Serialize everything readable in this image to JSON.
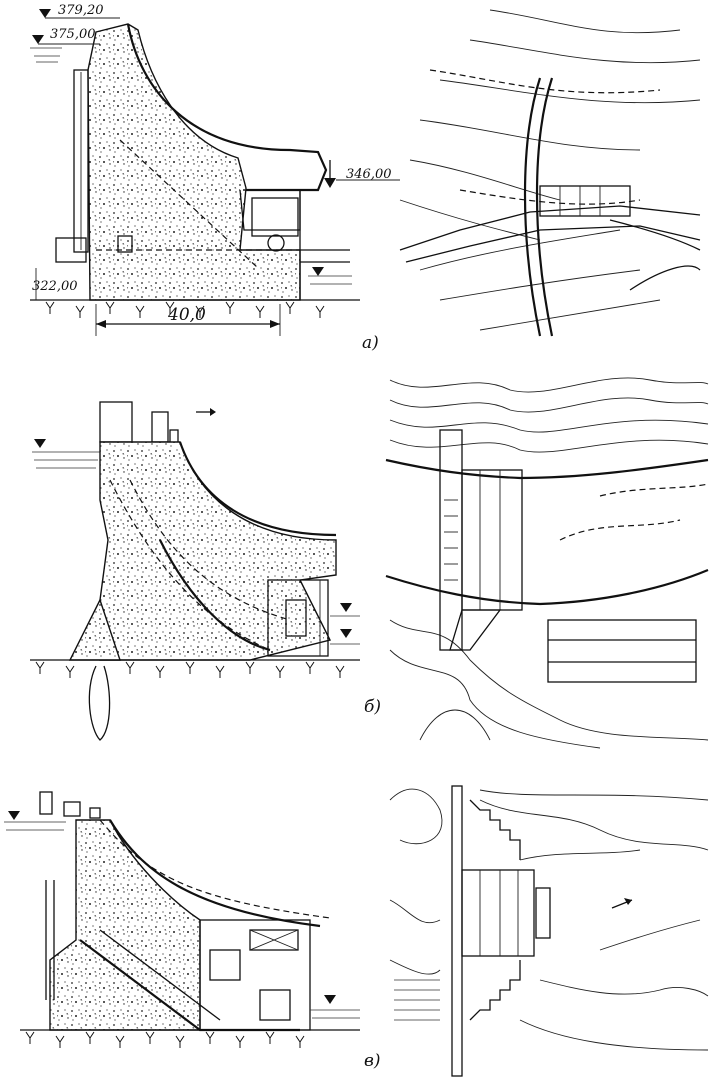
{
  "figure": {
    "panels": [
      {
        "id": "a",
        "caption": "а)",
        "elevations": [
          "379,20",
          "375,00",
          "346,00",
          "322,00"
        ],
        "dimension": "40,0"
      },
      {
        "id": "b",
        "caption": "б)"
      },
      {
        "id": "c",
        "caption": "в)"
      }
    ]
  },
  "colors": {
    "ink": "#111111",
    "paper": "#ffffff"
  }
}
